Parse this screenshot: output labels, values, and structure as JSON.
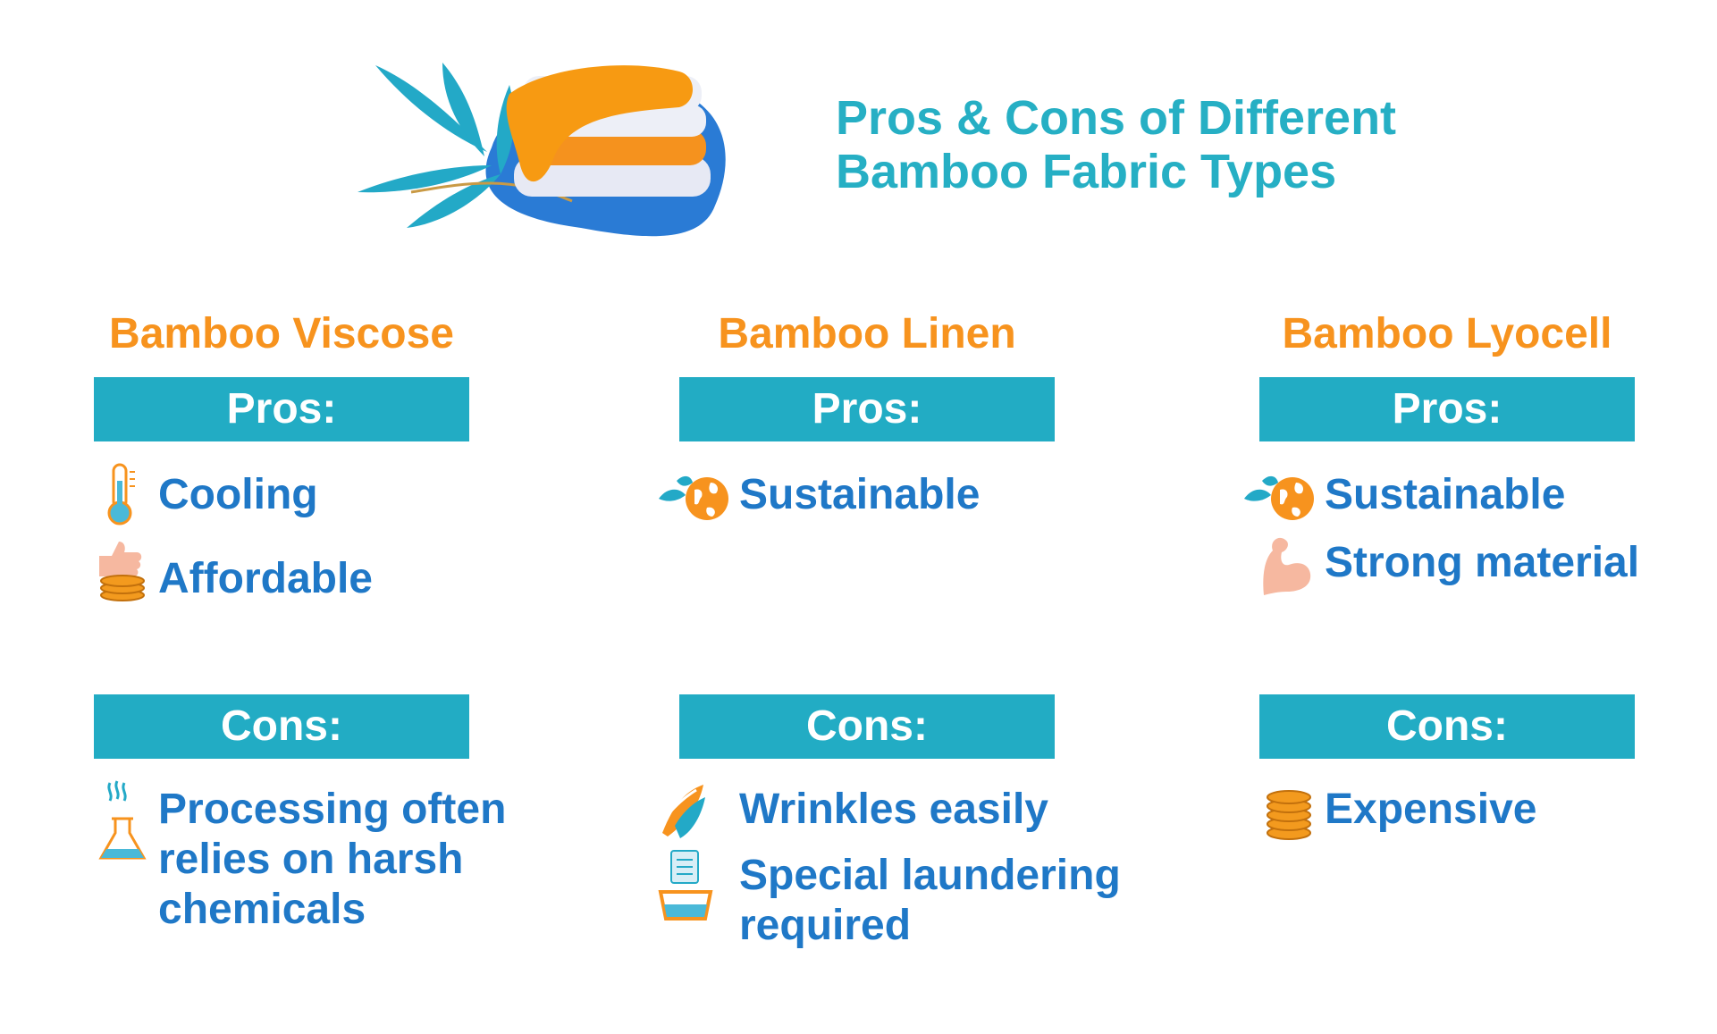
{
  "header": {
    "title_line1": "Pros & Cons of Different",
    "title_line2": "Bamboo Fabric Types"
  },
  "columns": [
    {
      "name": "Bamboo Viscose",
      "pros_label": "Pros:",
      "cons_label": "Cons:",
      "pros": [
        {
          "icon": "thermometer-icon",
          "lines": [
            "Cooling"
          ]
        },
        {
          "icon": "thumbs-up-coins-icon",
          "lines": [
            "Affordable"
          ]
        }
      ],
      "cons": [
        {
          "icon": "chemical-flask-icon",
          "lines": [
            "Processing often",
            "relies on harsh",
            "chemicals"
          ]
        }
      ]
    },
    {
      "name": "Bamboo Linen",
      "pros_label": "Pros:",
      "cons_label": "Cons:",
      "pros": [
        {
          "icon": "leaf-globe-icon",
          "lines": [
            "Sustainable"
          ]
        }
      ],
      "cons": [
        {
          "icon": "wrinkled-fabric-icon",
          "lines": [
            "Wrinkles easily"
          ]
        },
        {
          "icon": "laundry-basin-icon",
          "lines": [
            "Special laundering",
            "required"
          ]
        }
      ]
    },
    {
      "name": "Bamboo Lyocell",
      "pros_label": "Pros:",
      "cons_label": "Cons:",
      "pros": [
        {
          "icon": "leaf-globe-icon",
          "lines": [
            "Sustainable"
          ]
        },
        {
          "icon": "flexed-arm-icon",
          "lines": [
            "Strong material"
          ]
        }
      ],
      "cons": [
        {
          "icon": "coin-stack-icon",
          "lines": [
            "Expensive"
          ]
        }
      ]
    }
  ],
  "colors": {
    "title": "#26AFC4",
    "column_title": "#F7931E",
    "bar": "#22ACC4",
    "item_text": "#1F78C7"
  }
}
